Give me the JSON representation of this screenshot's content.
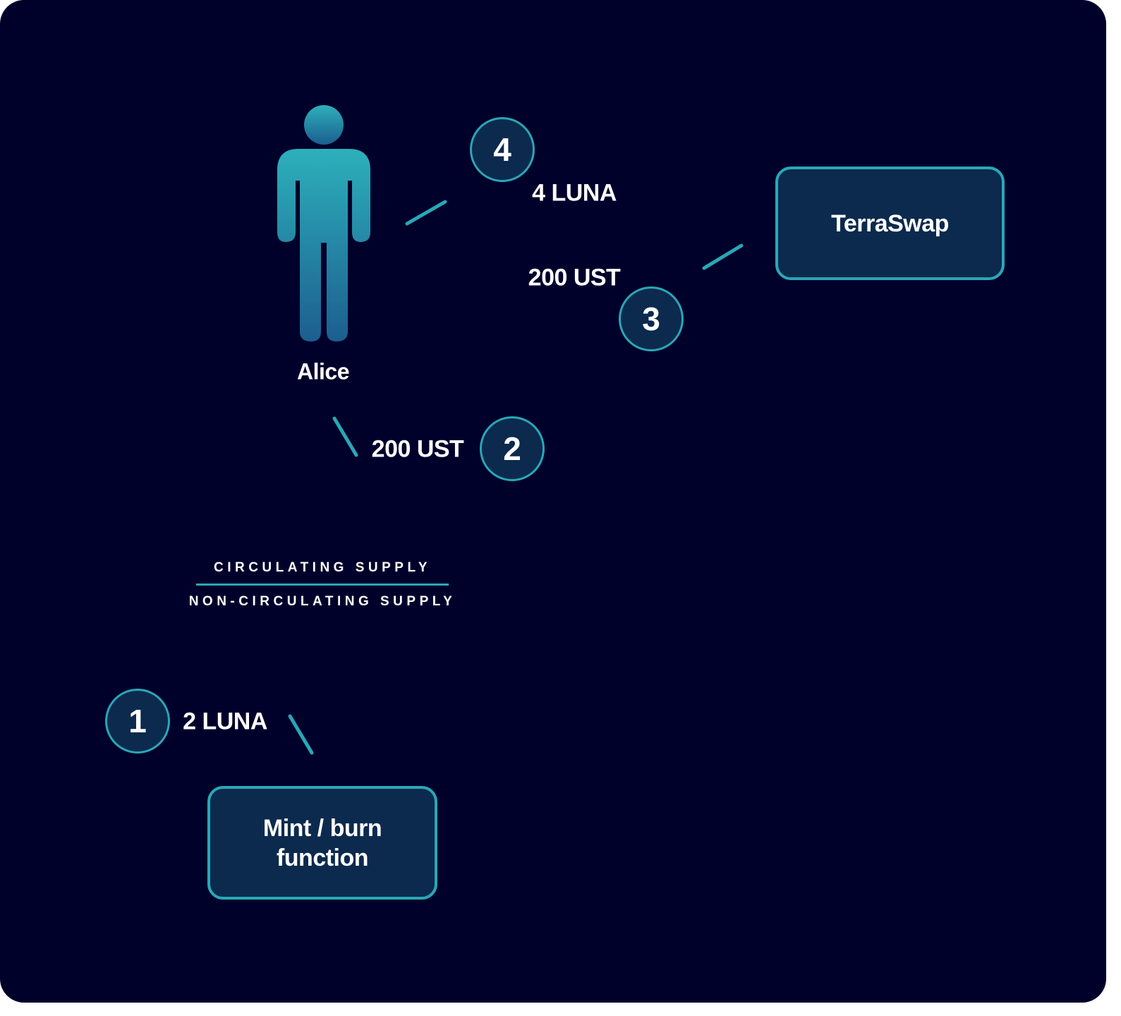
{
  "nodes": {
    "alice": "Alice",
    "terraswap": "TerraSwap",
    "mint_burn": "Mint / burn function"
  },
  "steps": {
    "step1": {
      "number": "1",
      "label": "2 LUNA"
    },
    "step2": {
      "number": "2",
      "label": "200 UST"
    },
    "step3": {
      "number": "3",
      "label": "200 UST"
    },
    "step4": {
      "number": "4",
      "label": "4 LUNA"
    }
  },
  "supply": {
    "circulating": "CIRCULATING SUPPLY",
    "non_circulating": "NON-CIRCULATING SUPPLY"
  },
  "colors": {
    "background": "#00012b",
    "accent": "#2aa7b6",
    "box_fill": "#0c2a4e",
    "text": "#ffffff"
  }
}
